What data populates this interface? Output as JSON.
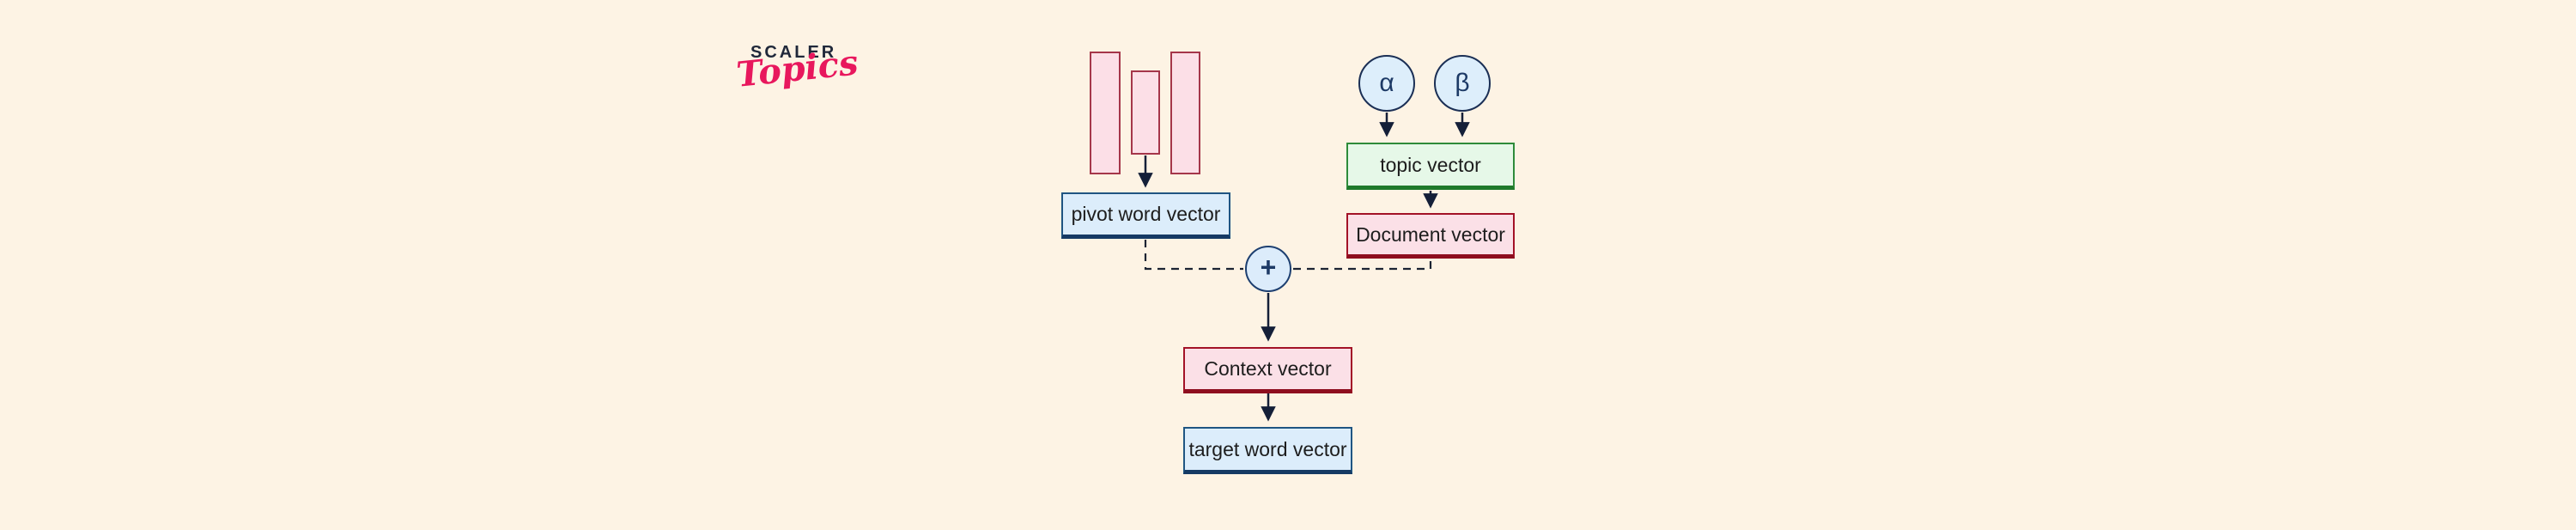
{
  "logo": {
    "brand": "SCALER",
    "product": "Topics"
  },
  "palette": {
    "background": "#fdf3e4",
    "bar_fill": "#fcdfe7",
    "bar_border": "#a5364a",
    "blue_fill": "#dcedfb",
    "blue_border": "#1f5582",
    "blue_border_dark": "#153a64",
    "green_fill": "#e6f8e8",
    "green_border": "#2e8b3a",
    "green_border_dark": "#1f7a2b",
    "red_fill": "#fbe0e7",
    "red_border": "#a31227",
    "red_border_dark": "#8e0e1f",
    "node_fill": "#ddeefb",
    "node_border": "#1d3f70",
    "connector": "#141f38",
    "text": "#1d1d1d",
    "logo_brand_color": "#20283a",
    "logo_product_color": "#e8175d"
  },
  "nodes": {
    "alpha": "α",
    "beta": "β",
    "sum": "+",
    "pivot": "pivot word vector",
    "topic": "topic vector",
    "document": "Document vector",
    "context": "Context vector",
    "target": "target word vector"
  }
}
